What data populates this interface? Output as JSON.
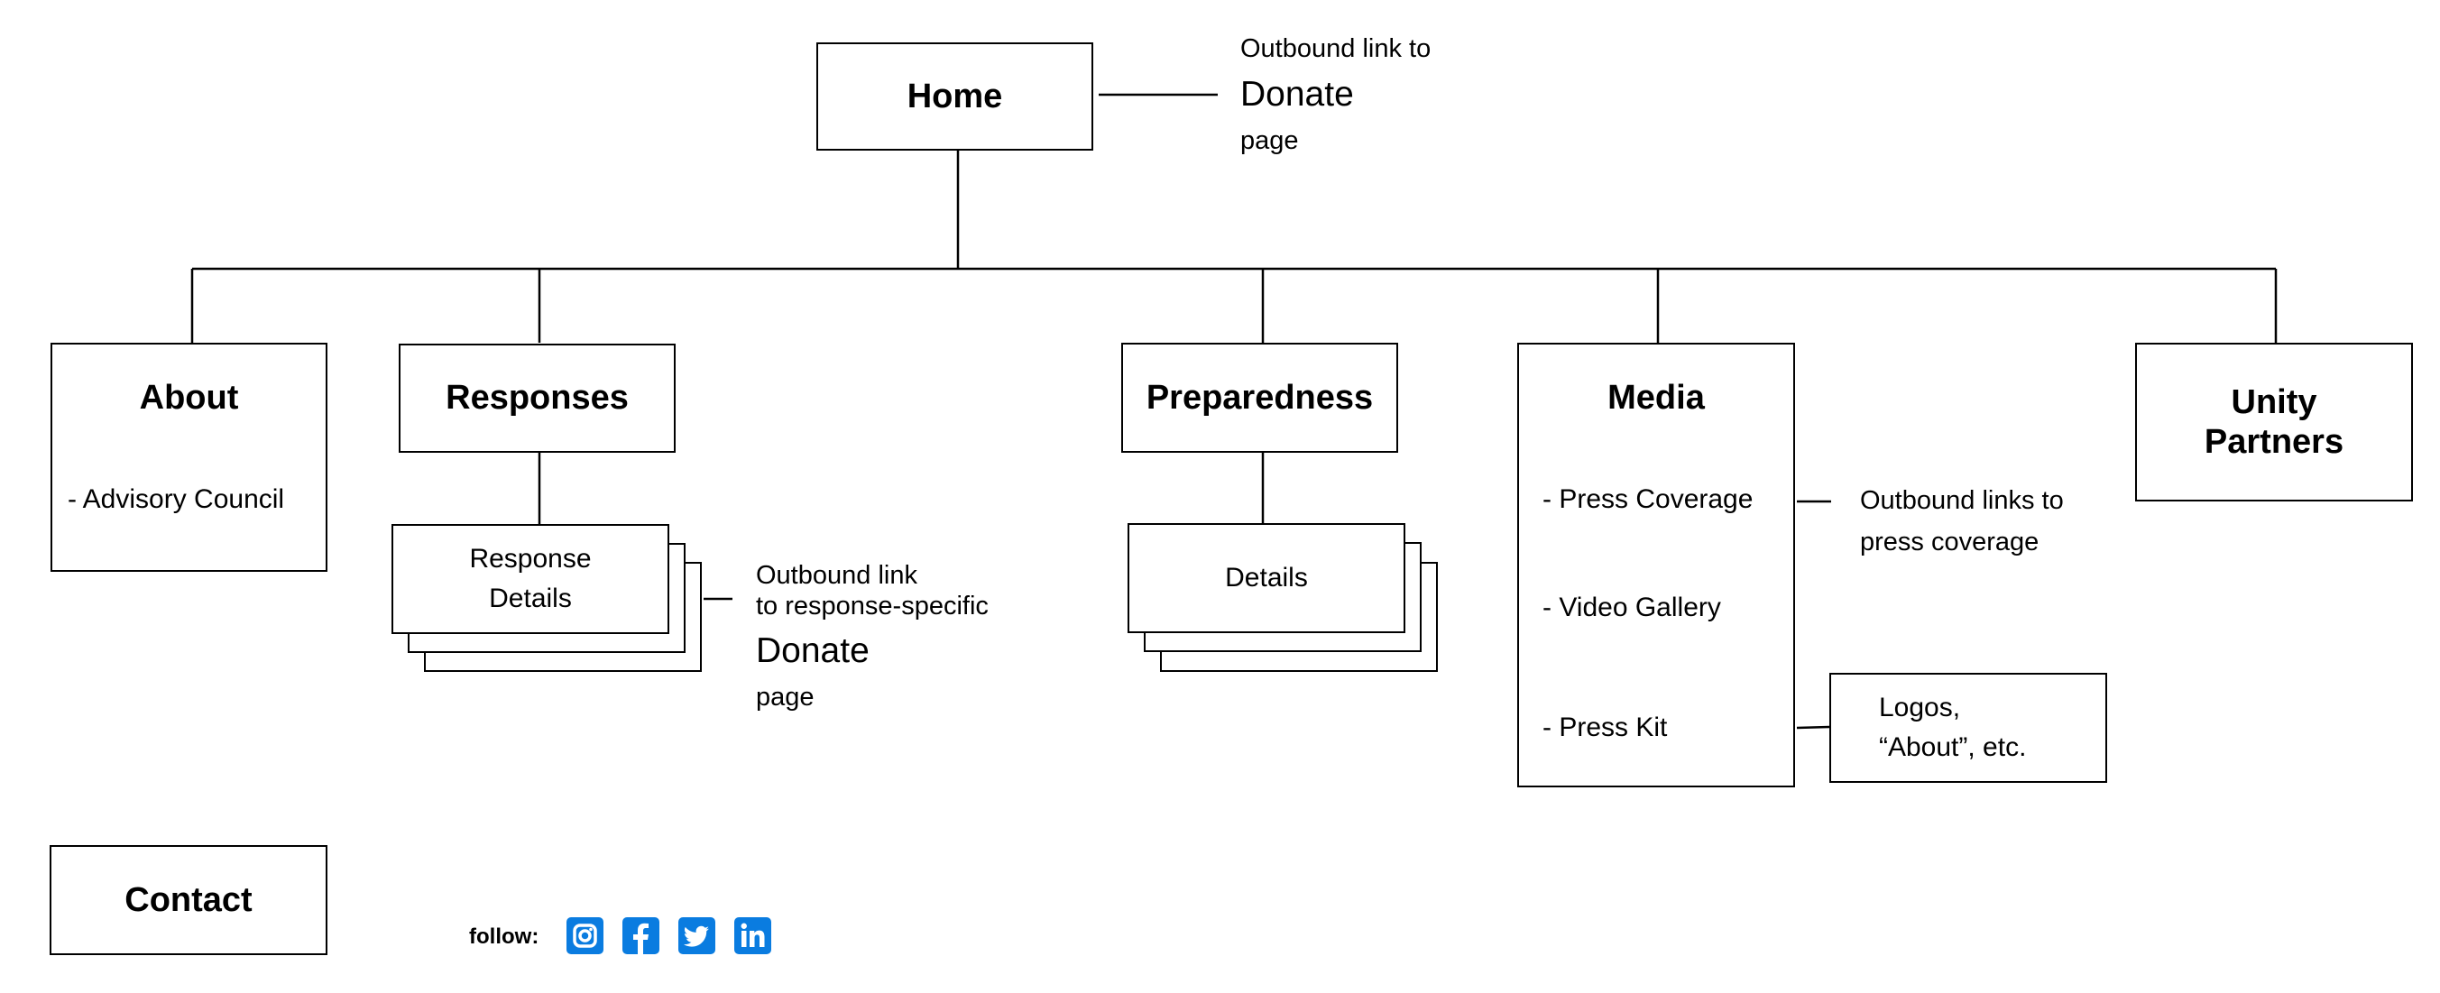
{
  "home": {
    "title": "Home"
  },
  "home_note": {
    "line1": "Outbound link to",
    "line2": "Donate",
    "line3": "page"
  },
  "about": {
    "title": "About",
    "items": [
      "- Advisory Council"
    ]
  },
  "responses": {
    "title": "Responses",
    "detail_line1": "Response",
    "detail_line2": "Details"
  },
  "responses_note": {
    "line1": "Outbound link",
    "line2": "to response-specific",
    "line3": "Donate",
    "line4": "page"
  },
  "preparedness": {
    "title": "Preparedness",
    "detail": "Details"
  },
  "media": {
    "title": "Media",
    "items": [
      "- Press Coverage",
      "- Video Gallery",
      "- Press Kit"
    ]
  },
  "media_note": {
    "line1": "Outbound links to",
    "line2": "press coverage"
  },
  "press_kit_box": {
    "line1": "Logos,",
    "line2": "“About”, etc."
  },
  "unity": {
    "line1": "Unity",
    "line2": "Partners"
  },
  "contact": {
    "title": "Contact"
  },
  "follow": {
    "label": "follow:",
    "icons": [
      "instagram-icon",
      "facebook-icon",
      "twitter-icon",
      "linkedin-icon"
    ],
    "icon_color": "#0a7ce0"
  }
}
